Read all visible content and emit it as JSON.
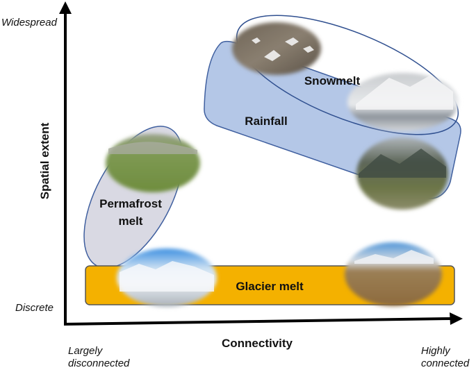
{
  "axes": {
    "x_title": "Connectivity",
    "y_title": "Spatial extent",
    "x_low": [
      "Largely",
      "disconnected"
    ],
    "x_high": [
      "Highly",
      "connected"
    ],
    "y_low": "Discrete",
    "y_high": "Widespread"
  },
  "regions": {
    "snowmelt": "Snowmelt",
    "rainfall": "Rainfall",
    "permafrost": [
      "Permafrost",
      "melt"
    ],
    "glacier": "Glacier melt"
  },
  "colors": {
    "axis": "#000000",
    "rainfall_fill": "#b4c7e7",
    "rainfall_stroke": "#3f5f9f",
    "permafrost_fill": "#d9d9e3",
    "permafrost_stroke": "#3f5f9f",
    "glacier_fill": "#f4b100",
    "glacier_stroke": "#555555",
    "snowmelt_stroke": "#2f4f8f"
  },
  "photos": [
    {
      "name": "snowy-hillside-photo"
    },
    {
      "name": "snowfield-lake-photo"
    },
    {
      "name": "mountain-valley-photo"
    },
    {
      "name": "tundra-meadow-photo"
    },
    {
      "name": "glacier-photo"
    },
    {
      "name": "glacial-outwash-photo"
    }
  ]
}
